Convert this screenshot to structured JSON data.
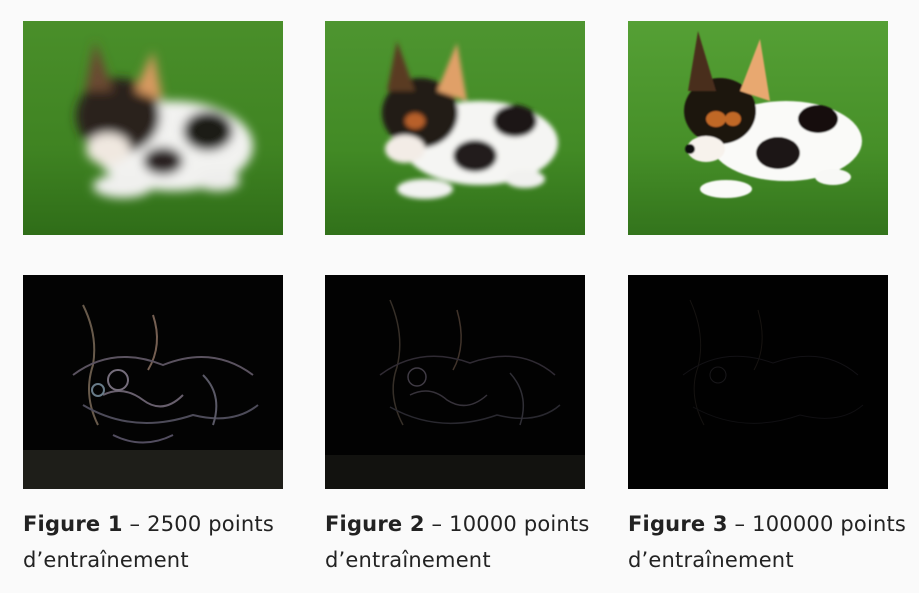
{
  "figures": [
    {
      "label": "Figure 1",
      "separator": "–",
      "text": "2500 points d’entraînement",
      "photo": "blurry-dog-photo",
      "residual": "strong-edge-residual"
    },
    {
      "label": "Figure 2",
      "separator": "–",
      "text": "10000 points d’entraînement",
      "photo": "medium-dog-photo",
      "residual": "medium-edge-residual"
    },
    {
      "label": "Figure 3",
      "separator": "–",
      "text": "100000 points d’entraînement",
      "photo": "sharp-dog-photo",
      "residual": "faint-edge-residual"
    }
  ]
}
